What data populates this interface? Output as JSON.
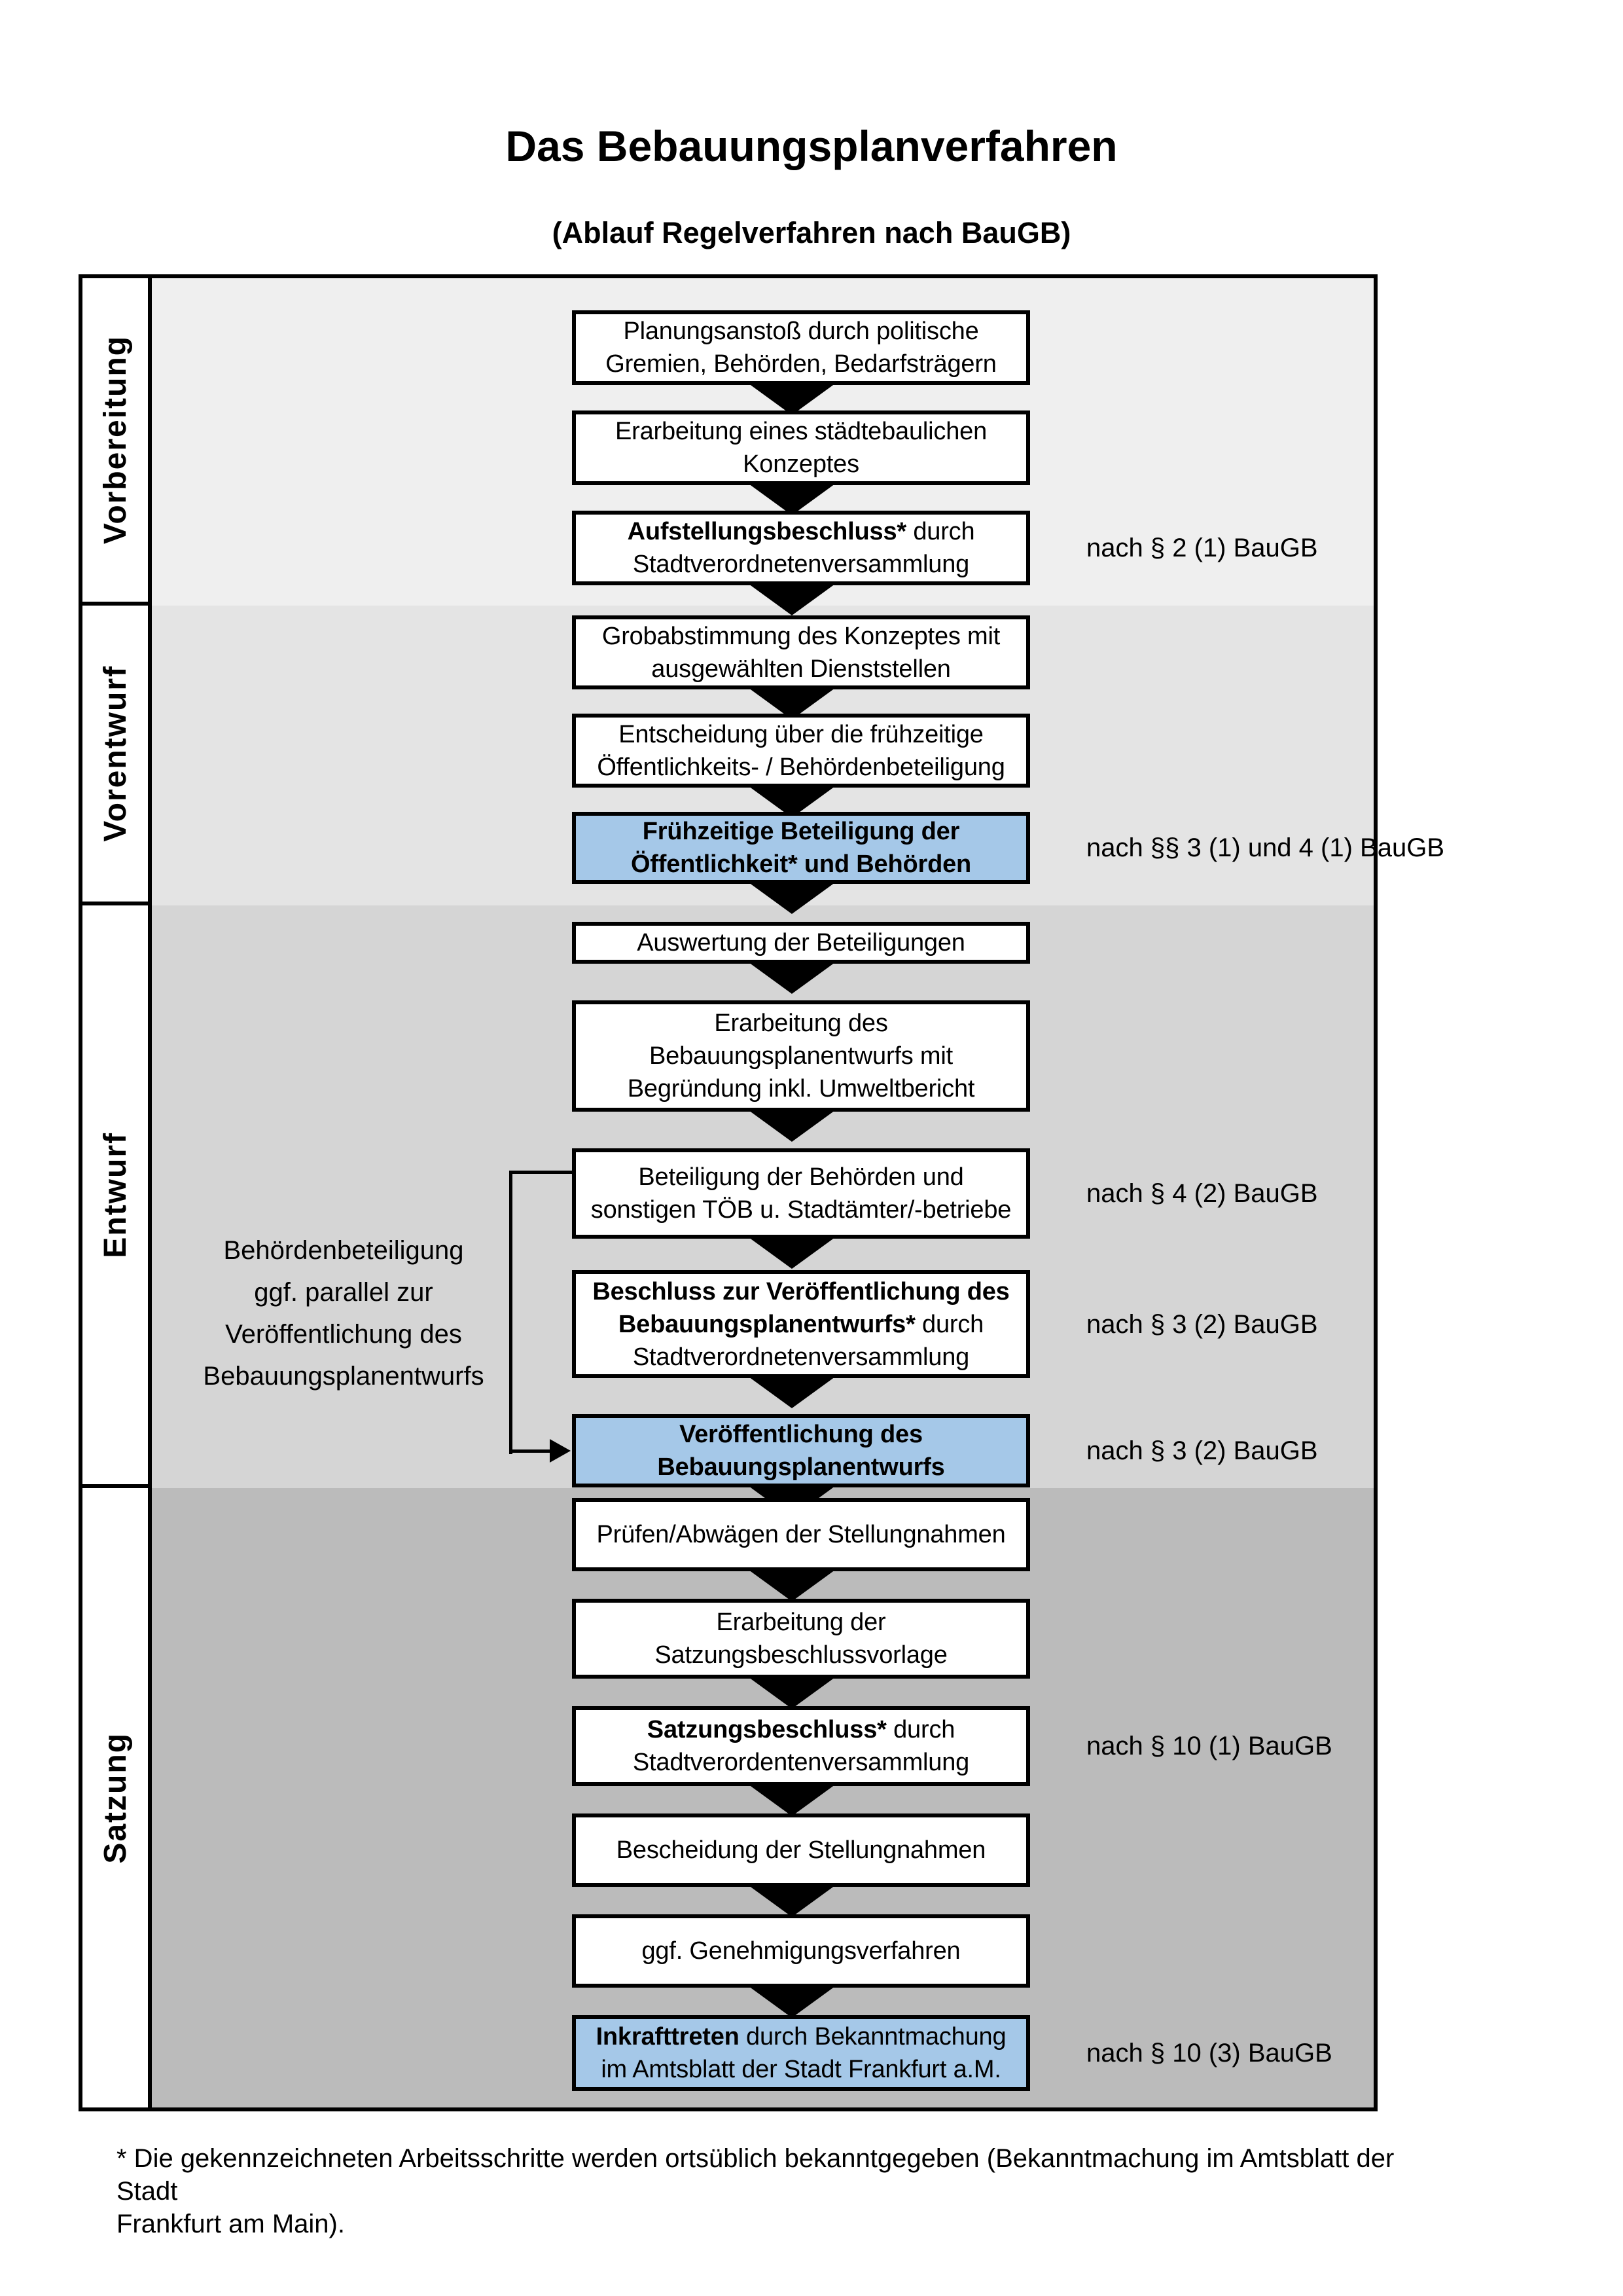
{
  "title": "Das Bebauungsplanverfahren",
  "subtitle": "(Ablauf Regelverfahren nach BauGB)",
  "colors": {
    "highlight_box": "#a5c8e8",
    "phase_vorbereitung_bg": "#efefef",
    "phase_vorentwurf_bg": "#e4e4e4",
    "phase_entwurf_bg": "#d5d5d5",
    "phase_satzung_bg": "#bbbbbb",
    "box_border": "#000000"
  },
  "phases": [
    {
      "label": "Vorbereitung",
      "steps": [
        {
          "highlight": false,
          "ref": null,
          "lines": [
            [
              {
                "text": "Planungsanstoß durch politische",
                "bold": false
              }
            ],
            [
              {
                "text": "Gremien, Behörden, Bedarfsträgern",
                "bold": false
              }
            ]
          ]
        },
        {
          "highlight": false,
          "ref": null,
          "lines": [
            [
              {
                "text": "Erarbeitung eines städtebaulichen",
                "bold": false
              }
            ],
            [
              {
                "text": "Konzeptes",
                "bold": false
              }
            ]
          ]
        },
        {
          "highlight": false,
          "ref": "nach § 2 (1) BauGB",
          "lines": [
            [
              {
                "text": "Aufstellungsbeschluss*",
                "bold": true
              },
              {
                "text": " durch",
                "bold": false
              }
            ],
            [
              {
                "text": "Stadtverordnetenversammlung",
                "bold": false
              }
            ]
          ]
        }
      ]
    },
    {
      "label": "Vorentwurf",
      "steps": [
        {
          "highlight": false,
          "ref": null,
          "lines": [
            [
              {
                "text": "Grobabstimmung des Konzeptes mit",
                "bold": false
              }
            ],
            [
              {
                "text": "ausgewählten Dienststellen",
                "bold": false
              }
            ]
          ]
        },
        {
          "highlight": false,
          "ref": null,
          "lines": [
            [
              {
                "text": "Entscheidung über die frühzeitige",
                "bold": false
              }
            ],
            [
              {
                "text": "Öffentlichkeits- / Behördenbeteiligung",
                "bold": false
              }
            ]
          ]
        },
        {
          "highlight": true,
          "ref": "nach §§ 3 (1) und 4 (1) BauGB",
          "lines": [
            [
              {
                "text": "Frühzeitige Beteiligung der",
                "bold": true
              }
            ],
            [
              {
                "text": "Öffentlichkeit* und Behörden",
                "bold": true
              }
            ]
          ]
        }
      ]
    },
    {
      "label": "Entwurf",
      "steps": [
        {
          "highlight": false,
          "ref": null,
          "lines": [
            [
              {
                "text": "Auswertung der Beteiligungen",
                "bold": false
              }
            ]
          ]
        },
        {
          "highlight": false,
          "ref": null,
          "lines": [
            [
              {
                "text": "Erarbeitung des",
                "bold": false
              }
            ],
            [
              {
                "text": "Bebauungsplanentwurfs mit",
                "bold": false
              }
            ],
            [
              {
                "text": "Begründung inkl. Umweltbericht",
                "bold": false
              }
            ]
          ]
        },
        {
          "highlight": false,
          "ref": "nach § 4 (2) BauGB",
          "lines": [
            [
              {
                "text": "Beteiligung der Behörden und",
                "bold": false
              }
            ],
            [
              {
                "text": "sonstigen TÖB u. Stadtämter/-betriebe",
                "bold": false
              }
            ]
          ]
        },
        {
          "highlight": false,
          "ref": "nach § 3 (2) BauGB",
          "lines": [
            [
              {
                "text": "Beschluss zur Veröffentlichung des",
                "bold": true
              }
            ],
            [
              {
                "text": "Bebauungsplanentwurfs*",
                "bold": true
              },
              {
                "text": " durch",
                "bold": false
              }
            ],
            [
              {
                "text": "Stadtverordnetenversammlung",
                "bold": false
              }
            ]
          ]
        },
        {
          "highlight": true,
          "ref": "nach § 3 (2) BauGB",
          "lines": [
            [
              {
                "text": "Veröffentlichung des",
                "bold": true
              }
            ],
            [
              {
                "text": "Bebauungsplanentwurfs",
                "bold": true
              }
            ]
          ]
        }
      ]
    },
    {
      "label": "Satzung",
      "steps": [
        {
          "highlight": false,
          "ref": null,
          "lines": [
            [
              {
                "text": "Prüfen/Abwägen der Stellungnahmen",
                "bold": false
              }
            ]
          ]
        },
        {
          "highlight": false,
          "ref": null,
          "lines": [
            [
              {
                "text": "Erarbeitung der",
                "bold": false
              }
            ],
            [
              {
                "text": "Satzungsbeschlussvorlage",
                "bold": false
              }
            ]
          ]
        },
        {
          "highlight": false,
          "ref": "nach § 10 (1) BauGB",
          "lines": [
            [
              {
                "text": "Satzungsbeschluss*",
                "bold": true
              },
              {
                "text": " durch",
                "bold": false
              }
            ],
            [
              {
                "text": "Stadtverordentenversammlung",
                "bold": false
              }
            ]
          ]
        },
        {
          "highlight": false,
          "ref": null,
          "lines": [
            [
              {
                "text": "Bescheidung der Stellungnahmen",
                "bold": false
              }
            ]
          ]
        },
        {
          "highlight": false,
          "ref": null,
          "lines": [
            [
              {
                "text": "ggf. Genehmigungsverfahren",
                "bold": false
              }
            ]
          ]
        },
        {
          "highlight": true,
          "ref": "nach § 10 (3) BauGB",
          "lines": [
            [
              {
                "text": "Inkrafttreten",
                "bold": true
              },
              {
                "text": " durch Bekanntmachung",
                "bold": false
              }
            ],
            [
              {
                "text": "im Amtsblatt der Stadt Frankfurt a.M.",
                "bold": false
              }
            ]
          ]
        }
      ]
    }
  ],
  "annotation": {
    "lines": [
      "Behördenbeteiligung",
      "ggf. parallel zur",
      "Veröffentlichung des",
      "Bebauungsplanentwurfs"
    ]
  },
  "footnote_lines": [
    "* Die gekennzeichneten Arbeitsschritte werden ortsüblich bekanntgegeben (Bekanntmachung im Amtsblatt  der Stadt",
    "Frankfurt am Main)."
  ]
}
